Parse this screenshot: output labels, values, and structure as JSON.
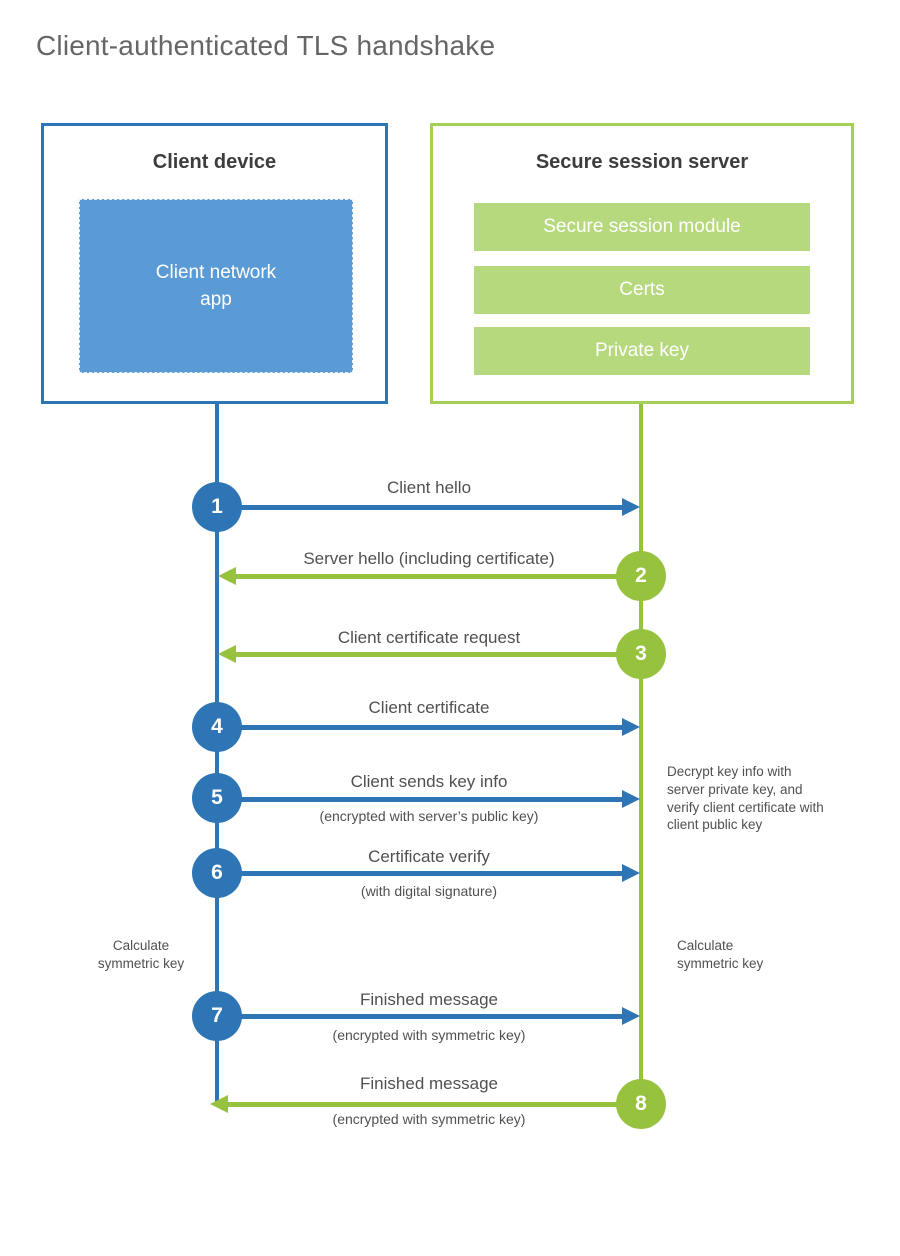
{
  "title": "Client-authenticated TLS handshake",
  "client": {
    "title": "Client device",
    "app_lines": [
      "Client network",
      "app"
    ]
  },
  "server": {
    "title": "Secure session server",
    "modules": [
      "Secure session module",
      "Certs",
      "Private key"
    ]
  },
  "messages": [
    {
      "num": "1",
      "label": "Client hello",
      "direction": "client-to-server"
    },
    {
      "num": "2",
      "label": "Server hello (including certificate)",
      "direction": "server-to-client"
    },
    {
      "num": "3",
      "label": "Client certificate request",
      "direction": "server-to-client"
    },
    {
      "num": "4",
      "label": "Client certificate",
      "direction": "client-to-server"
    },
    {
      "num": "5",
      "label": "Client sends key info",
      "sub": "(encrypted with server’s public key)",
      "direction": "client-to-server"
    },
    {
      "num": "6",
      "label": "Certificate verify",
      "sub": "(with digital signature)",
      "direction": "client-to-server"
    },
    {
      "num": "7",
      "label": "Finished message",
      "sub": "(encrypted with symmetric key)",
      "direction": "client-to-server"
    },
    {
      "num": "8",
      "label": "Finished message",
      "sub": "(encrypted with symmetric key)",
      "direction": "server-to-client"
    }
  ],
  "notes": {
    "decrypt": "Decrypt key info with server private key, and verify client certificate with client public key",
    "calc_left": [
      "Calculate",
      "symmetric key"
    ],
    "calc_right": [
      "Calculate",
      "symmetric key"
    ]
  },
  "colors": {
    "client_accent": "#2e75b6",
    "client_fill": "#5b9bd5",
    "server_accent": "#96c23d",
    "server_border": "#a6cf55",
    "server_fill": "#b7d97e",
    "heading_text": "#3d3d3d",
    "label_text": "#505050",
    "title_text": "#666666"
  }
}
